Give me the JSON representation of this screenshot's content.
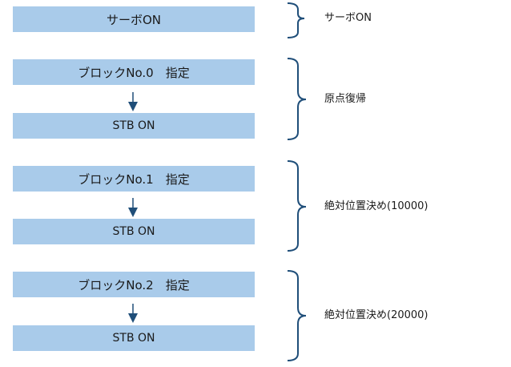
{
  "groups": [
    {
      "steps": [
        "サーボON"
      ],
      "label": "サーボON"
    },
    {
      "steps": [
        "ブロックNo.0　指定",
        "STB ON"
      ],
      "label": "原点復帰"
    },
    {
      "steps": [
        "ブロックNo.1　指定",
        "STB ON"
      ],
      "label": "絶対位置決め(10000)"
    },
    {
      "steps": [
        "ブロックNo.2　指定",
        "STB ON"
      ],
      "label": "絶対位置決め(20000)"
    }
  ],
  "colors": {
    "box_fill": "#a9cbea",
    "arrow": "#1f4e79",
    "bracket": "#1f4e79"
  }
}
